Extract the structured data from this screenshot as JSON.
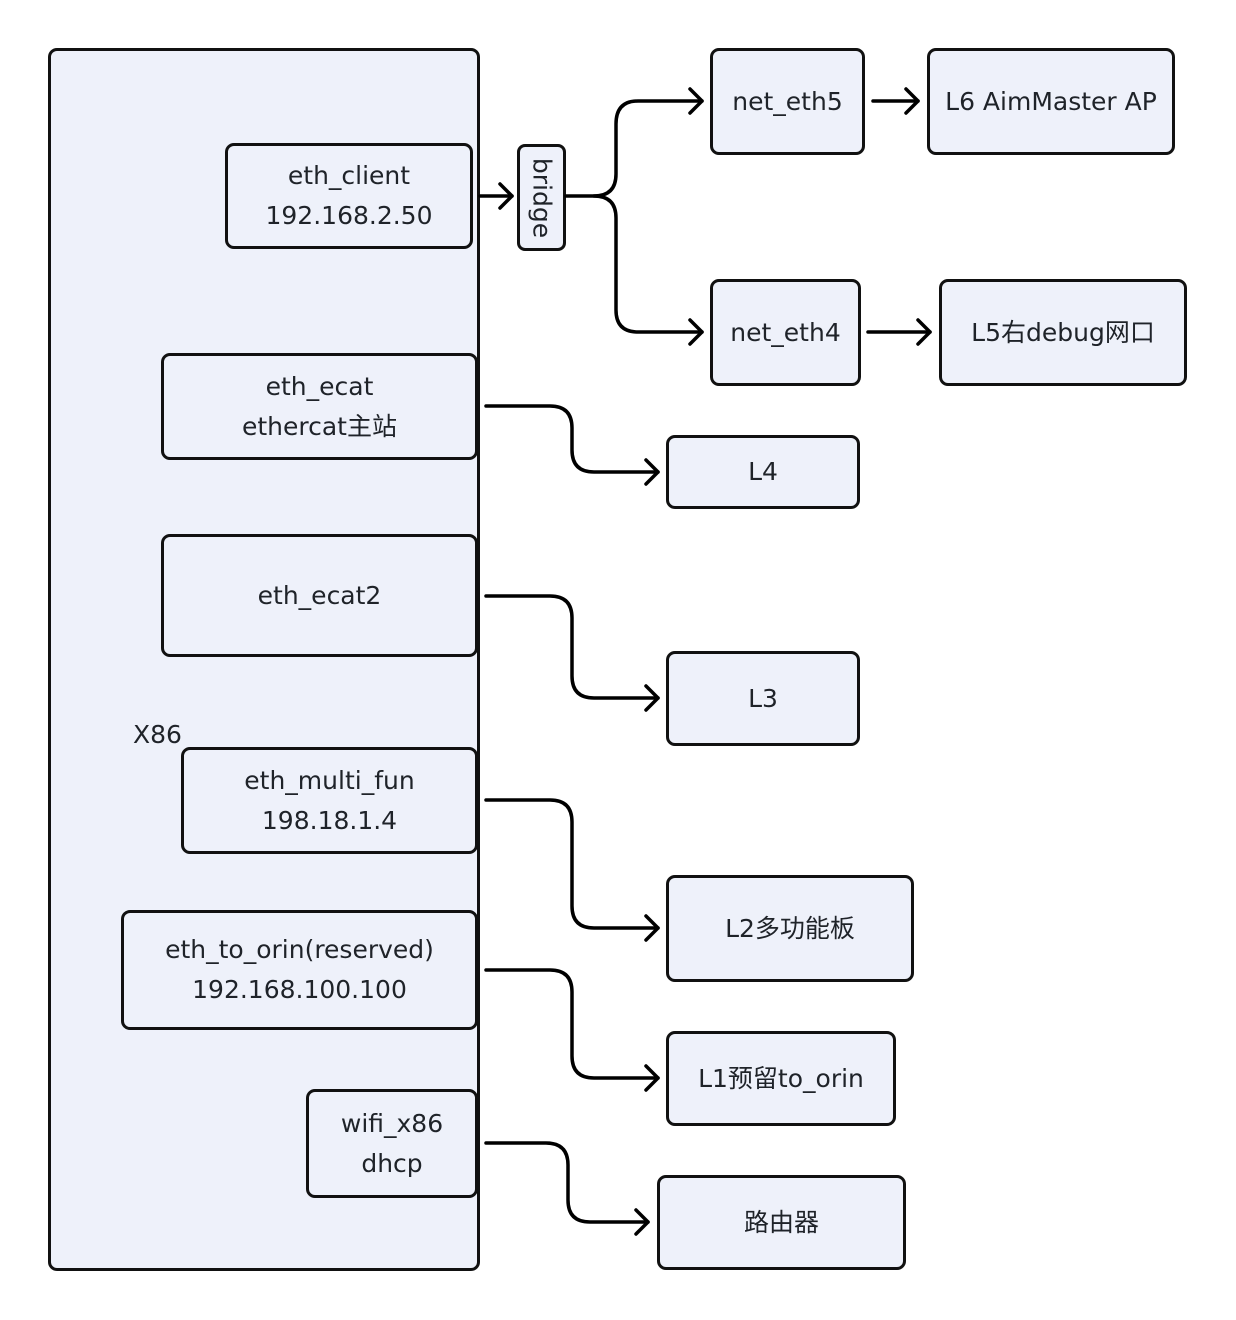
{
  "diagram": {
    "container_label": "X86",
    "bridge_label": "bridge",
    "interfaces": [
      {
        "id": "eth_client",
        "lines": [
          "eth_client",
          "192.168.2.50"
        ]
      },
      {
        "id": "eth_ecat",
        "lines": [
          "eth_ecat",
          "ethercat主站"
        ]
      },
      {
        "id": "eth_ecat2",
        "lines": [
          "eth_ecat2"
        ]
      },
      {
        "id": "eth_multi_fun",
        "lines": [
          "eth_multi_fun",
          "198.18.1.4"
        ]
      },
      {
        "id": "eth_to_orin",
        "lines": [
          "eth_to_orin(reserved)",
          "192.168.100.100"
        ]
      },
      {
        "id": "wifi_x86",
        "lines": [
          "wifi_x86",
          "dhcp"
        ]
      }
    ],
    "nodes": [
      {
        "id": "net_eth5",
        "label": "net_eth5"
      },
      {
        "id": "net_eth4",
        "label": "net_eth4"
      },
      {
        "id": "l6",
        "label": "L6 AimMaster AP"
      },
      {
        "id": "l5",
        "label": "L5右debug网口"
      },
      {
        "id": "l4",
        "label": "L4"
      },
      {
        "id": "l3",
        "label": "L3"
      },
      {
        "id": "l2",
        "label": "L2多功能板"
      },
      {
        "id": "l1",
        "label": "L1预留to_orin"
      },
      {
        "id": "router",
        "label": "路由器"
      }
    ],
    "edges": [
      {
        "from": "eth_client",
        "to": "bridge"
      },
      {
        "from": "bridge",
        "to": "net_eth5"
      },
      {
        "from": "bridge",
        "to": "net_eth4"
      },
      {
        "from": "net_eth5",
        "to": "l6"
      },
      {
        "from": "net_eth4",
        "to": "l5"
      },
      {
        "from": "eth_ecat",
        "to": "l4"
      },
      {
        "from": "eth_ecat2",
        "to": "l3"
      },
      {
        "from": "eth_multi_fun",
        "to": "l2"
      },
      {
        "from": "eth_to_orin",
        "to": "l1"
      },
      {
        "from": "wifi_x86",
        "to": "router"
      }
    ]
  }
}
